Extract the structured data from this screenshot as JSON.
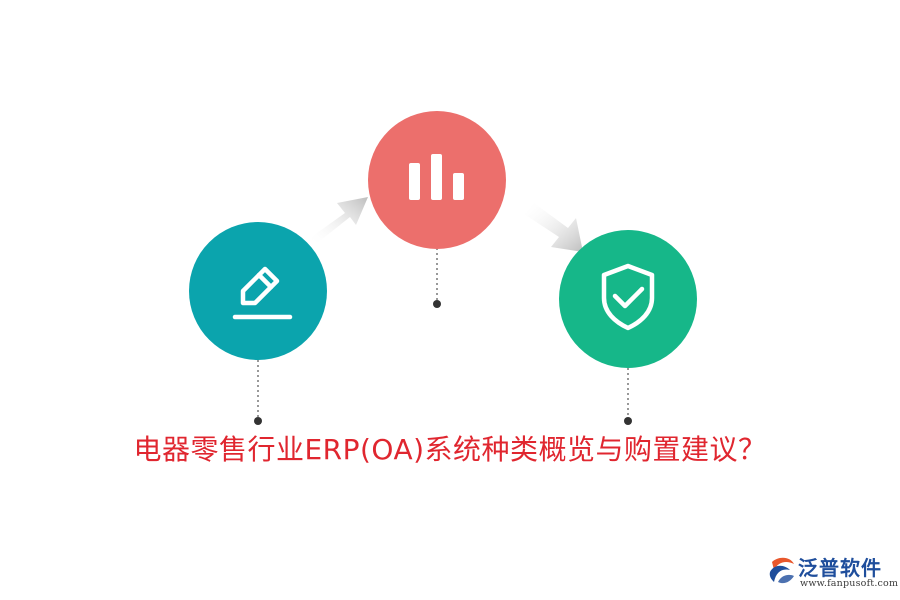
{
  "headline": "电器零售行业ERP(OA)系统种类概览与购置建议？",
  "nodes": [
    {
      "id": "edit",
      "icon": "pencil-edit-icon",
      "color": "#0ba4ad"
    },
    {
      "id": "chart",
      "icon": "bar-chart-icon",
      "color": "#ec6f6c"
    },
    {
      "id": "check",
      "icon": "shield-check-icon",
      "color": "#16b789"
    }
  ],
  "colors": {
    "headline": "#e0262f",
    "arrow": "#cfcfcf",
    "connector": "#333333",
    "brand": "#1f4e9c",
    "logo_accent": "#e8572c",
    "url": "#3b3b3b"
  },
  "logo": {
    "brand": "泛普软件",
    "url": "www.fanpusoft.com"
  }
}
